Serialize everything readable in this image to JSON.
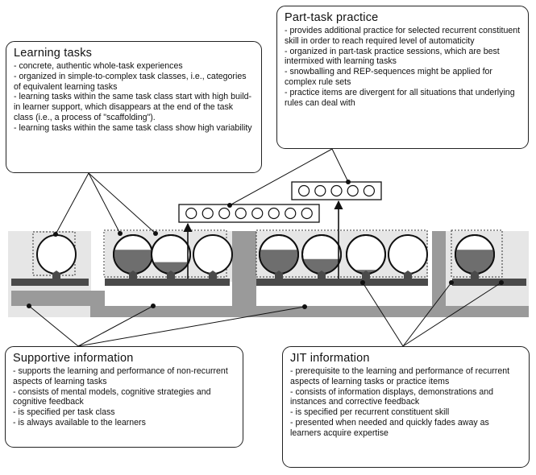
{
  "learning_tasks": {
    "title": "Learning tasks",
    "items": [
      "- concrete, authentic whole-task experiences",
      "- organized in simple-to-complex task classes, i.e., categories of equivalent learning tasks",
      "- learning tasks within the same task class start with high build-in learner support, which disappears at the end of the task class (i.e., a process of \"scaffolding\").",
      "- learning tasks within the same task class show high variability"
    ]
  },
  "part_task_practice": {
    "title": "Part-task practice",
    "items": [
      "- provides additional practice for selected recurrent constituent skill in order to reach required level of automaticity",
      "- organized in part-task practice sessions, which are best intermixed with learning tasks",
      "- snowballing and REP-sequences might be applied for complex rule sets",
      "- practice items are divergent for all situations that underlying rules can deal with"
    ]
  },
  "supportive_information": {
    "title": "Supportive information",
    "items": [
      "- supports the learning and performance of non-recurrent aspects of learning tasks",
      "- consists of mental models, cognitive strategies and cognitive feedback",
      "- is specified per task class",
      "- is always available to the learners"
    ]
  },
  "jit_information": {
    "title": "JIT information",
    "items": [
      "- prerequisite to the learning and performance of recurrent aspects of learning tasks or practice items",
      "- consists of information displays, demonstrations and instances and corrective feedback",
      "- is specified per recurrent constituent skill",
      "- presented when needed and quickly fades away as learners acquire expertise"
    ]
  },
  "schematic": {
    "learning_task_support_levels": [
      0,
      0.62,
      0.3,
      0,
      0.62,
      0.38,
      0.1,
      0,
      0.62
    ],
    "task_class_sizes": [
      1,
      3,
      4,
      1
    ],
    "practice_session_item_counts": [
      8,
      5
    ],
    "colors": {
      "support_fill": "#6e6e6e",
      "supportive_info_band": "#9a9a9a",
      "jit_bar": "#4a4a4a",
      "task_class_background": "#e6e6e6"
    }
  }
}
